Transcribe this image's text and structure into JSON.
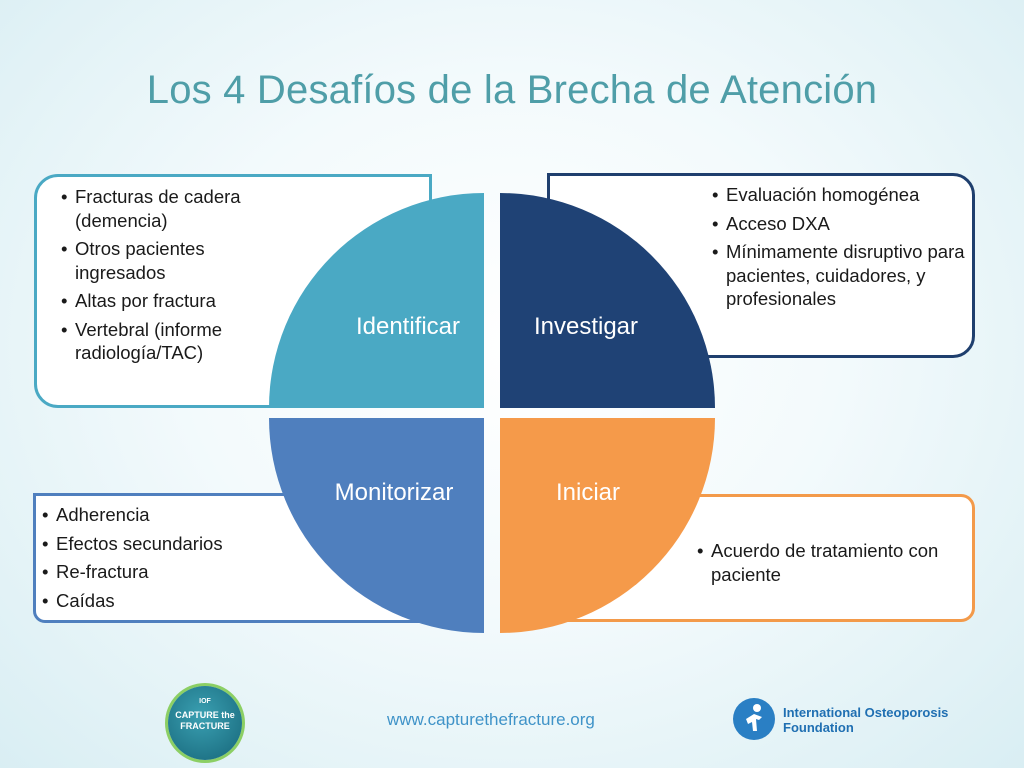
{
  "title": "Los 4 Desafíos de la Brecha de Atención",
  "quadrants": {
    "identificar": {
      "label": "Identificar",
      "color": "#4aa9c4",
      "items": [
        "Fracturas de cadera (demencia)",
        "Otros pacientes ingresados",
        "Altas por fractura",
        "Vertebral (informe radiología/TAC)"
      ]
    },
    "investigar": {
      "label": "Investigar",
      "color": "#1f4275",
      "items": [
        "Evaluación homogénea",
        "Acceso DXA",
        "Mínimamente disruptivo para pacientes, cuidadores, y profesionales"
      ]
    },
    "monitorizar": {
      "label": "Monitorizar",
      "color": "#4f7fbe",
      "items": [
        "Adherencia",
        "Efectos secundarios",
        "Re-fractura",
        "Caídas"
      ]
    },
    "iniciar": {
      "label": "Iniciar",
      "color": "#f59a4a",
      "items": [
        "Acuerdo de tratamiento con paciente"
      ]
    }
  },
  "footer": {
    "url": "www.capturethefracture.org",
    "ctf_logo": {
      "line1": "IOF",
      "line2": "CAPTURE the",
      "line3": "FRACTURE"
    },
    "iof_logo_icon": "iof-figure-icon",
    "iof_name_line1": "International Osteoporosis",
    "iof_name_line2": "Foundation"
  }
}
